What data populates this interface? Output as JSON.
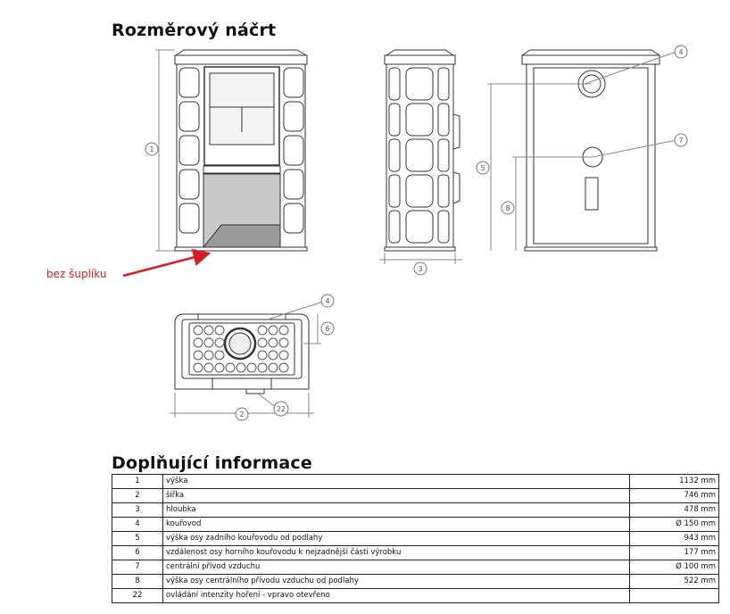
{
  "headings": {
    "sketch": "Rozměrový náčrt",
    "info": "Doplňující informace"
  },
  "annotation": "bez šuplíku",
  "callouts": {
    "c1": "1",
    "c2": "2",
    "c3": "3",
    "c4a": "4",
    "c4b": "4",
    "c5": "5",
    "c6": "6",
    "c7": "7",
    "c8": "8",
    "c22": "22"
  },
  "rows": [
    {
      "num": "1",
      "label": "výška",
      "value": "1132 mm"
    },
    {
      "num": "2",
      "label": "šířka",
      "value": "746 mm"
    },
    {
      "num": "3",
      "label": "hloubka",
      "value": "478 mm"
    },
    {
      "num": "4",
      "label": "kouřovod",
      "value": "Ø 150 mm"
    },
    {
      "num": "5",
      "label": "výška osy zadního kouřovodu od podlahy",
      "value": "943 mm"
    },
    {
      "num": "6",
      "label": "vzdálenost osy horního kouřovodu k nejzadnější části výrobku",
      "value": "177 mm"
    },
    {
      "num": "7",
      "label": "centrální přívod vzduchu",
      "value": "Ø 100 mm"
    },
    {
      "num": "8",
      "label": "výška osy centrálního přívodu vzduchu od podlahy",
      "value": "522 mm"
    },
    {
      "num": "22",
      "label": "ovládání intenzity hoření - vpravo otevřeno",
      "value": ""
    }
  ],
  "colors": {
    "annotation": "#d42020",
    "line": "#333333"
  }
}
